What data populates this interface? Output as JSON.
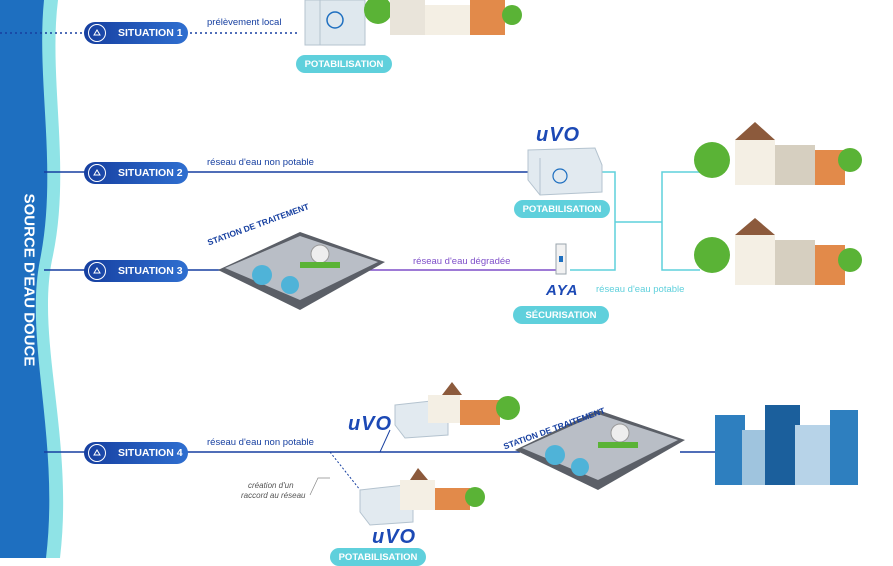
{
  "side_title": "SOURCE D'EAU DOUCE",
  "situations": [
    {
      "label": "SITUATION 1",
      "line_label": "prélèvement local"
    },
    {
      "label": "SITUATION 2",
      "line_label": "réseau d'eau non potable"
    },
    {
      "label": "SITUATION 3",
      "line_label": "réseau d'eau dégradée"
    },
    {
      "label": "SITUATION 4",
      "line_label": "réseau d'eau non potable"
    }
  ],
  "tags": {
    "potabilisation_top": "POTABILISATION",
    "potabilisation_mid": "POTABILISATION",
    "securisation": "SÉCURISATION",
    "potabilisation_bottom": "POTABILISATION"
  },
  "station_label_1": "STATION DE TRAITEMENT",
  "station_label_2": "STATION DE TRAITEMENT",
  "potable_label": "réseau d'eau potable",
  "raccord_label_1": "création d'un",
  "raccord_label_2": "raccord au réseau",
  "brand_uvo": "uVO",
  "brand_aya": "AYA",
  "colors": {
    "navy": "#163fa0",
    "teal": "#5fd0dc",
    "purple": "#7e4fc9",
    "water": "#1e6fc0",
    "water_light": "#8fe3e6"
  }
}
